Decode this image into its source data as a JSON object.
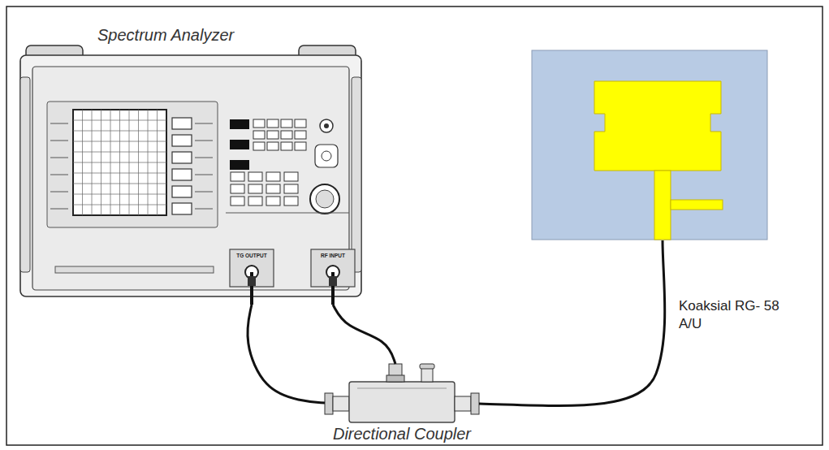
{
  "diagram": {
    "nodes": [
      {
        "text": [
          "Spectrum Analyzer"
        ]
      },
      {
        "text": [
          "Directional Coupler"
        ]
      }
    ],
    "edges": [
      {
        "from": 0,
        "to": 1,
        "arrow": "none"
      },
      {
        "from": 0,
        "to": 1,
        "arrow": "none"
      }
    ],
    "labels": [
      "TG OUTPUT",
      "RF INPUT",
      "Koaksial RG- 58 A/U"
    ]
  }
}
